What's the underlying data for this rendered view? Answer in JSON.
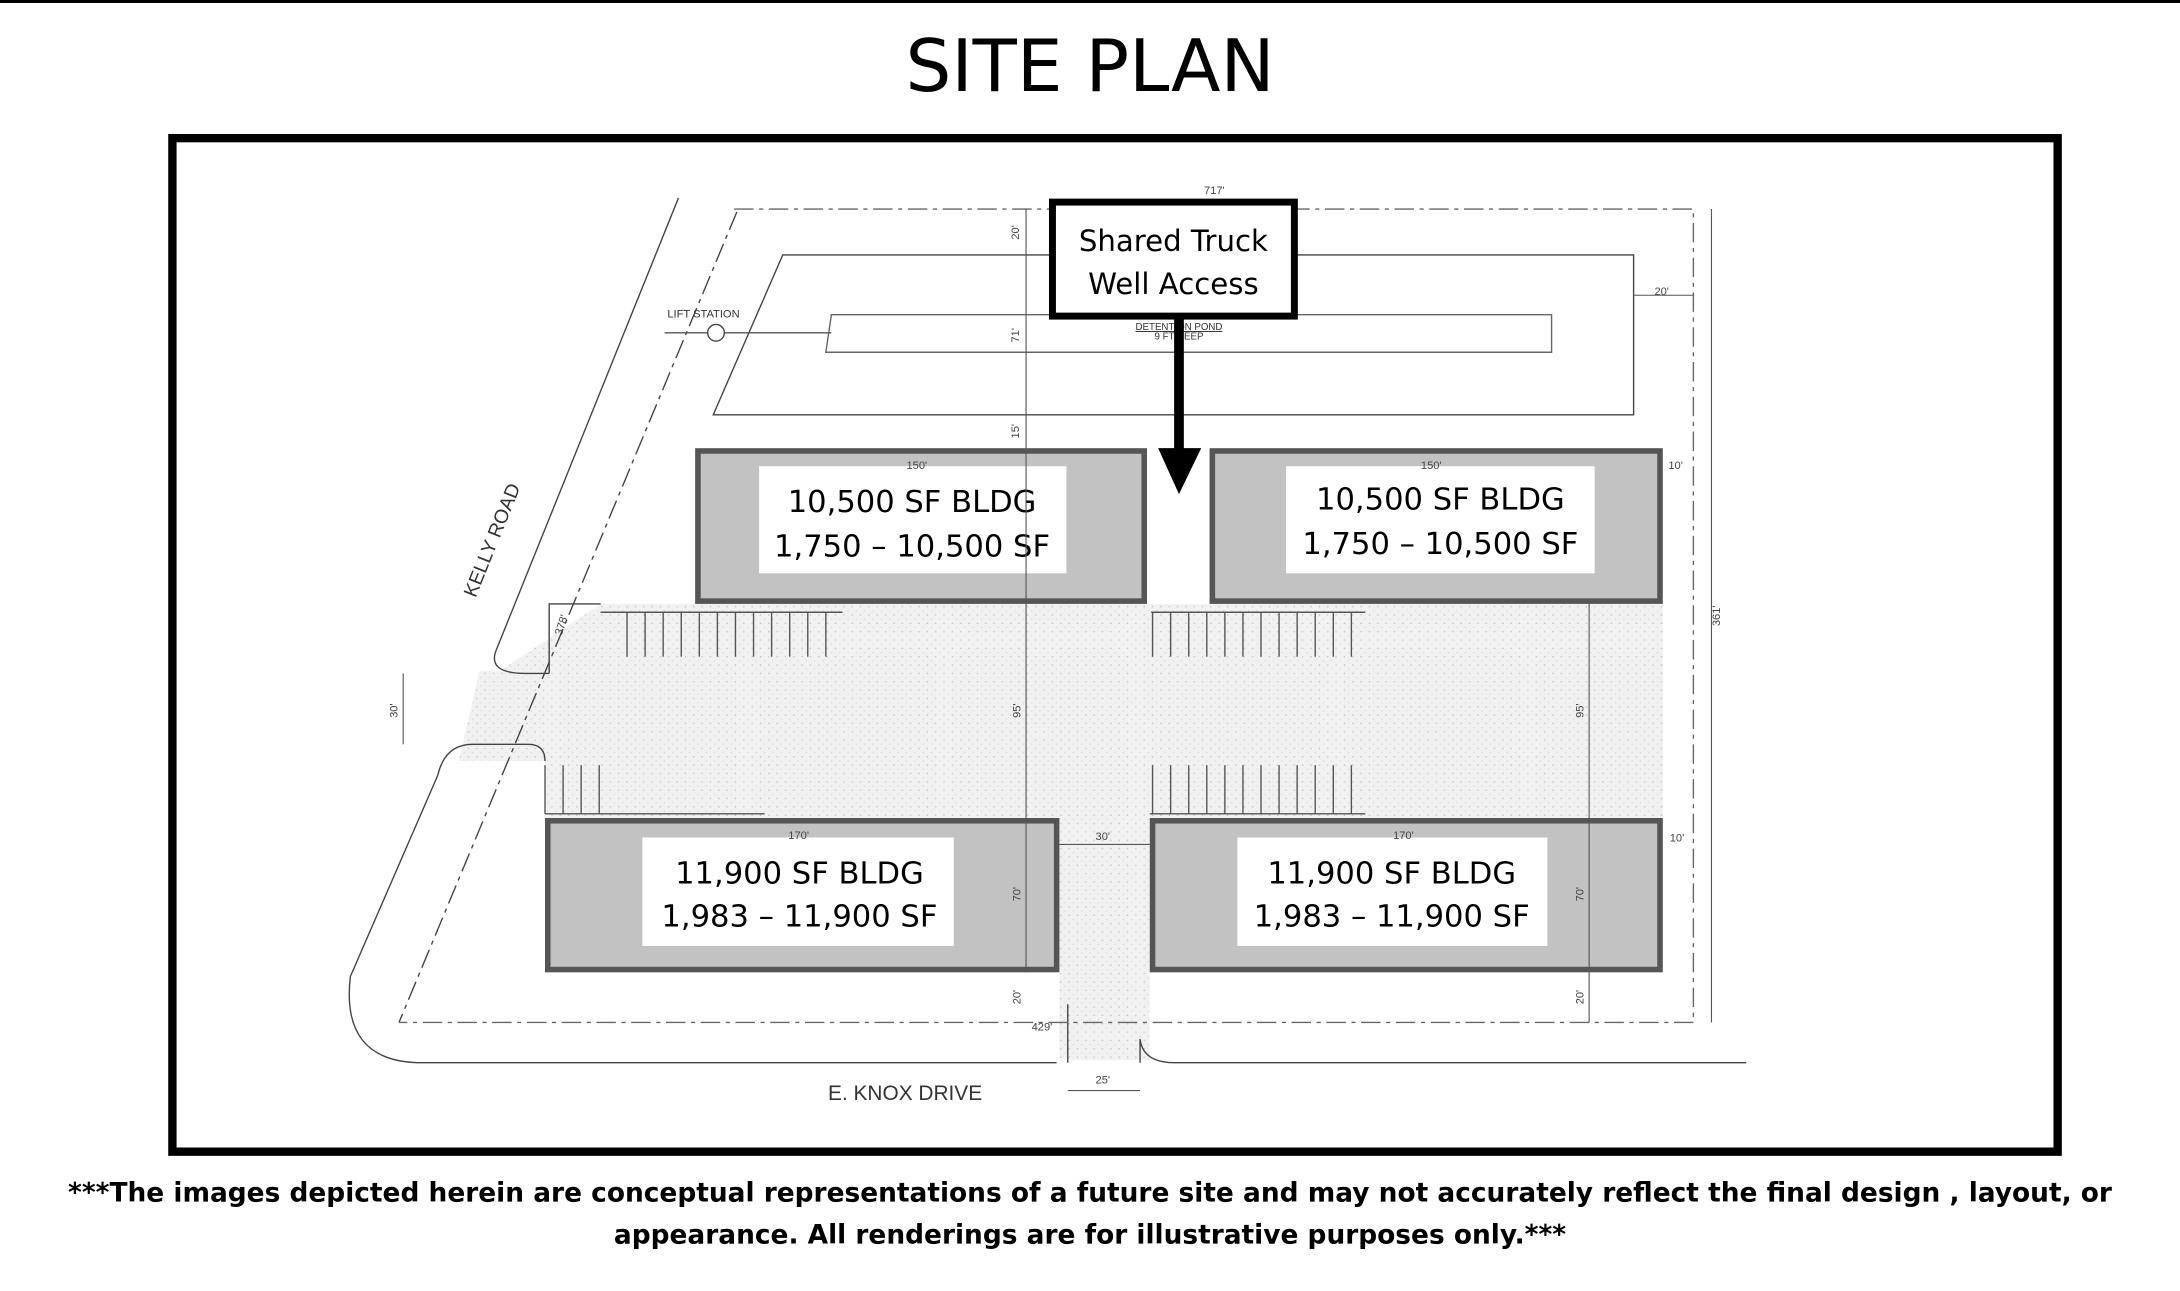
{
  "title": "SITE PLAN",
  "callout": {
    "line1": "Shared Truck",
    "line2": "Well Access"
  },
  "buildings": [
    {
      "name": "10,500 SF BLDG",
      "range": "1,750 – 10,500 SF"
    },
    {
      "name": "10,500 SF BLDG",
      "range": "1,750 – 10,500 SF"
    },
    {
      "name": "11,900 SF BLDG",
      "range": "1,983 – 11,900 SF"
    },
    {
      "name": "11,900 SF BLDG",
      "range": "1,983 – 11,900 SF"
    }
  ],
  "plan_labels": {
    "lift_station": "LIFT STATION",
    "pond": "DETENTION POND",
    "pond_depth": "9 FT DEEP",
    "kelly_road": "KELLY ROAD",
    "knox_drive": "E. KNOX DRIVE"
  },
  "dimensions": {
    "top_width": "717'",
    "north_setback": "20'",
    "pond_depth_dim": "71'",
    "pond_gap": "15'",
    "east_setback": "20'",
    "bldg_top_left_width": "150'",
    "bldg_top_right_width": "150'",
    "top_right_side": "10'",
    "west_length": "378'",
    "east_length": "361'",
    "entrance_width": "30'",
    "aisle_left": "95'",
    "aisle_right": "95'",
    "bldg_bottom_left_width": "170'",
    "bldg_bottom_right_width": "170'",
    "drive_gap": "30'",
    "bottom_right_side": "10'",
    "bldg_bottom_left_depth": "70'",
    "bldg_bottom_right_depth": "70'",
    "south_setback_left": "20'",
    "south_setback_right": "20'",
    "south_length": "429'",
    "drive_width": "25'"
  },
  "disclaimer": {
    "line1": "***The images depicted herein are conceptual representations of a future site and may not accurately reflect the final design , layout, or",
    "line2": "appearance. All renderings are for illustrative purposes only.***"
  }
}
